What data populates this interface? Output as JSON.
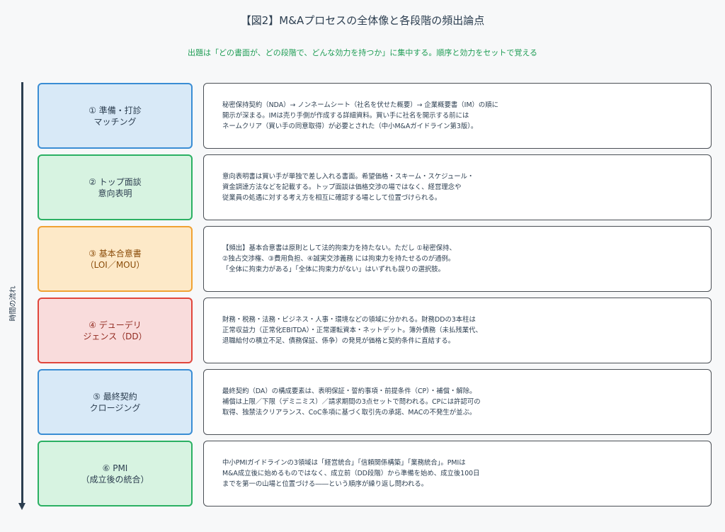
{
  "title": "【図2】M&Aプロセスの全体像と各段階の頻出論点",
  "subtitle": "出題は「どの書面が、どの段階で、どんな効力を持つか」に集中する。順序と効力をセットで覚える",
  "timeline": {
    "label": "時間の流れ"
  },
  "colors": {
    "blue": "#3a8dd4",
    "green": "#2bb063",
    "orange": "#f0a233",
    "red": "#e0463c",
    "timeline": "#2c3e50"
  },
  "stages": [
    {
      "color": "blue",
      "label_lines": [
        "① 準備・打診",
        "マッチング"
      ],
      "desc_lines": [
        "秘密保持契約（NDA）→ ノンネームシート（社名を伏せた概要）→ 企業概要書（IM）の順に",
        "開示が深まる。IMは売り手側が作成する詳細資料。買い手に社名を開示する前には",
        "ネームクリア（買い手の同意取得）が必要とされた（中小M&Aガイドライン第3版）。"
      ]
    },
    {
      "color": "green",
      "label_lines": [
        "② トップ面談",
        "意向表明"
      ],
      "desc_lines": [
        "意向表明書は買い手が単独で差し入れる書面。希望価格・スキーム・スケジュール・",
        "資金調達方法などを記載する。トップ面談は価格交渉の場ではなく、経営理念や",
        "従業員の処遇に対する考え方を相互に確認する場として位置づけられる。"
      ]
    },
    {
      "color": "orange",
      "label_lines": [
        "③ 基本合意書",
        "（LOI／MOU）"
      ],
      "desc_lines": [
        "【頻出】基本合意書は原則として法的拘束力を持たない。ただし ①秘密保持、",
        "②独占交渉権、③費用負担、④誠実交渉義務 には拘束力を持たせるのが通例。",
        "「全体に拘束力がある」「全体に拘束力がない」はいずれも誤りの選択肢。"
      ]
    },
    {
      "color": "red",
      "label_lines": [
        "④ デューデリ",
        "ジェンス（DD）"
      ],
      "desc_lines": [
        "財務・税務・法務・ビジネス・人事・環境などの領域に分かれる。財務DDの3本柱は",
        "正常収益力（正常化EBITDA）・正常運転資本・ネットデット。簿外債務（未払残業代、",
        "退職給付の積立不足、債務保証、係争）の発見が価格と契約条件に直結する。"
      ]
    },
    {
      "color": "blue",
      "label_lines": [
        "⑤ 最終契約",
        "クロージング"
      ],
      "desc_lines": [
        "最終契約（DA）の構成要素は、表明保証・誓約事項・前提条件（CP）・補償・解除。",
        "補償は上限／下限（デミニミス）／請求期間の3点セットで問われる。CPには許認可の",
        "取得、独禁法クリアランス、CoC条項に基づく取引先の承諾、MACの不発生が並ぶ。"
      ]
    },
    {
      "color": "green",
      "label_lines": [
        "⑥ PMI",
        "（成立後の統合）"
      ],
      "desc_lines": [
        "中小PMIガイドラインの3領域は「経営統合」「信頼関係構築」「業務統合」。PMIは",
        "M&A成立後に始めるものではなく、成立前（DD段階）から準備を始め、成立後100日",
        "までを第一の山場と位置づける――という順序が繰り返し問われる。"
      ]
    }
  ]
}
